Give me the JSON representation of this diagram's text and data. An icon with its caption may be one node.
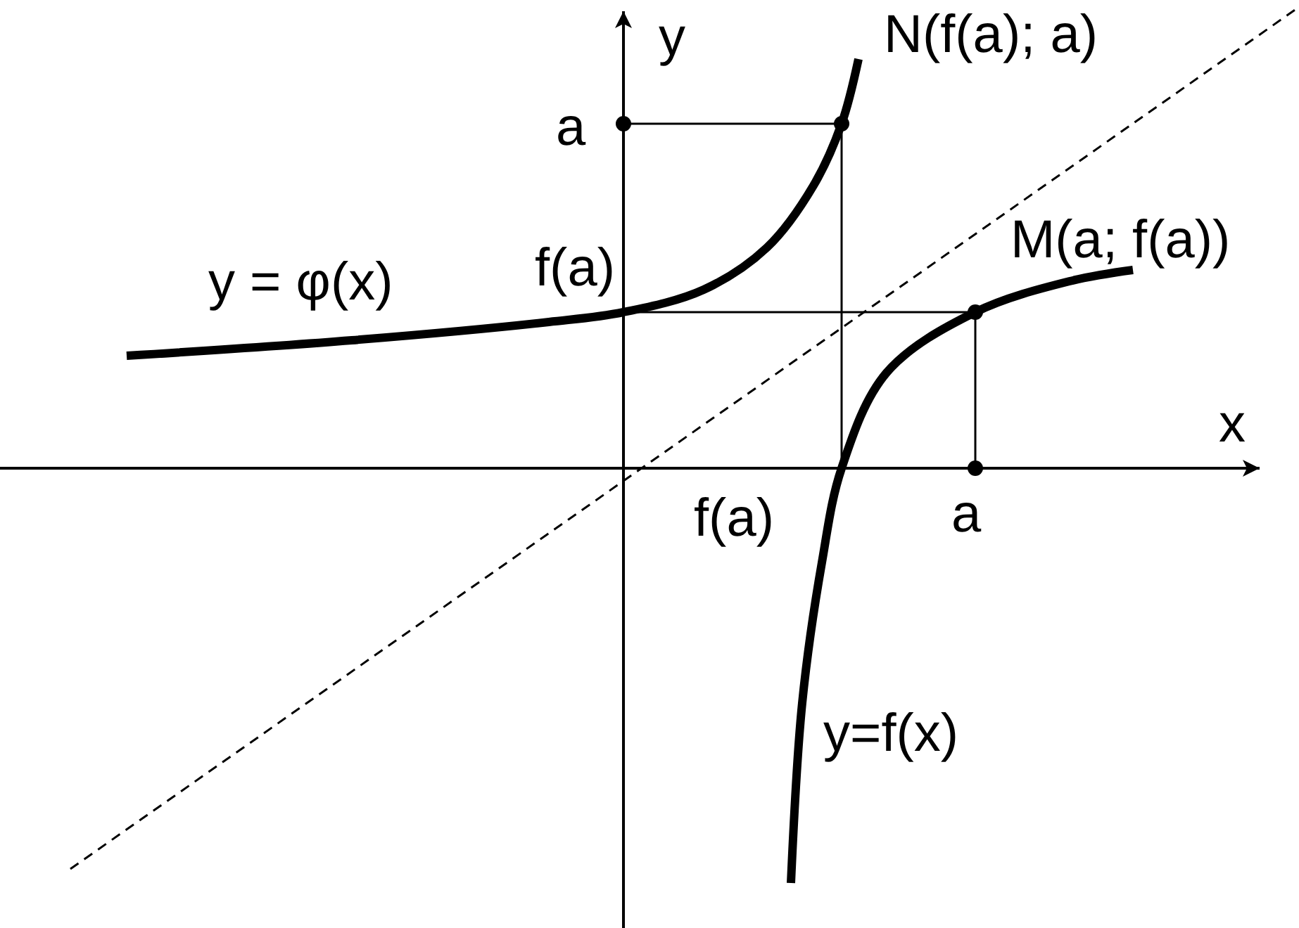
{
  "diagram": {
    "labels": [
      "y",
      "N(f(a); a)",
      "a",
      "f(a)",
      "y = φ(x)",
      "M(a; f(a))",
      "x",
      "f(a)",
      "a",
      "y=f(x)"
    ]
  }
}
